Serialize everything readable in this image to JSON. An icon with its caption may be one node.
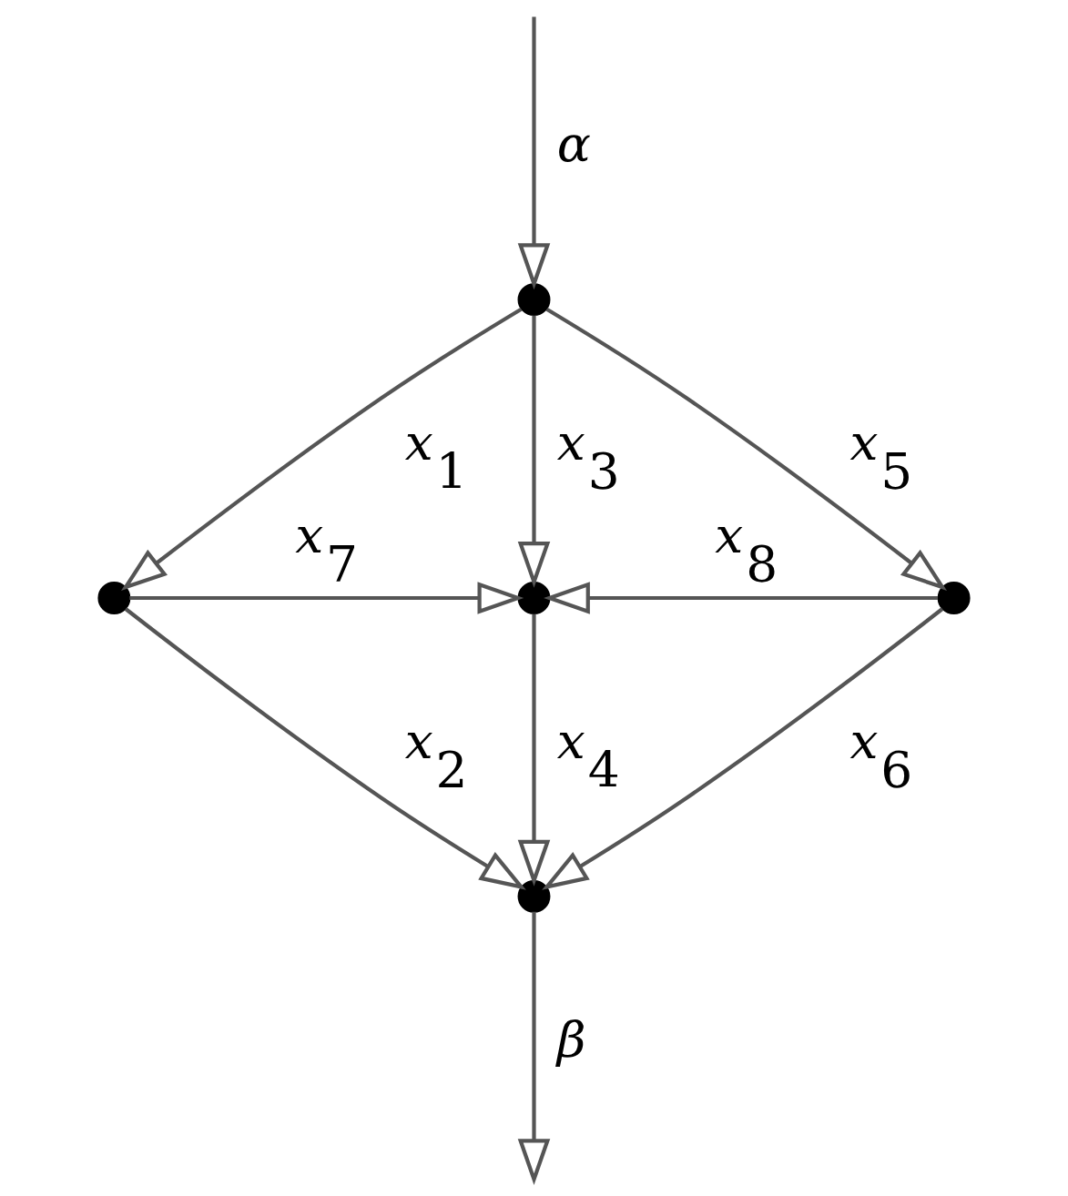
{
  "diagram": {
    "nodes": [
      {
        "text": [],
        "shape": "circle"
      },
      {
        "text": [],
        "shape": "circle"
      },
      {
        "text": [],
        "shape": "circle"
      },
      {
        "text": [],
        "shape": "circle"
      },
      {
        "text": [],
        "shape": "circle"
      }
    ],
    "edges": [
      {
        "from": null,
        "to": 0,
        "arrow": "to",
        "label": "α"
      },
      {
        "from": 0,
        "to": 1,
        "arrow": "to",
        "label": "x$_{1}$"
      },
      {
        "from": 0,
        "to": 2,
        "arrow": "to",
        "label": "x$_{3}$"
      },
      {
        "from": 0,
        "to": 3,
        "arrow": "to",
        "label": "x$_{5}$"
      },
      {
        "from": 1,
        "to": 2,
        "arrow": "to",
        "label": "x$_{7}$"
      },
      {
        "from": 3,
        "to": 2,
        "arrow": "to",
        "label": "x$_{8}$"
      },
      {
        "from": 1,
        "to": 4,
        "arrow": "to",
        "label": "x$_{2}$"
      },
      {
        "from": 2,
        "to": 4,
        "arrow": "to",
        "label": "x$_{4}$"
      },
      {
        "from": 3,
        "to": 4,
        "arrow": "to",
        "label": "x$_{6}$"
      },
      {
        "from": 4,
        "to": null,
        "arrow": "to",
        "label": "β"
      }
    ]
  }
}
